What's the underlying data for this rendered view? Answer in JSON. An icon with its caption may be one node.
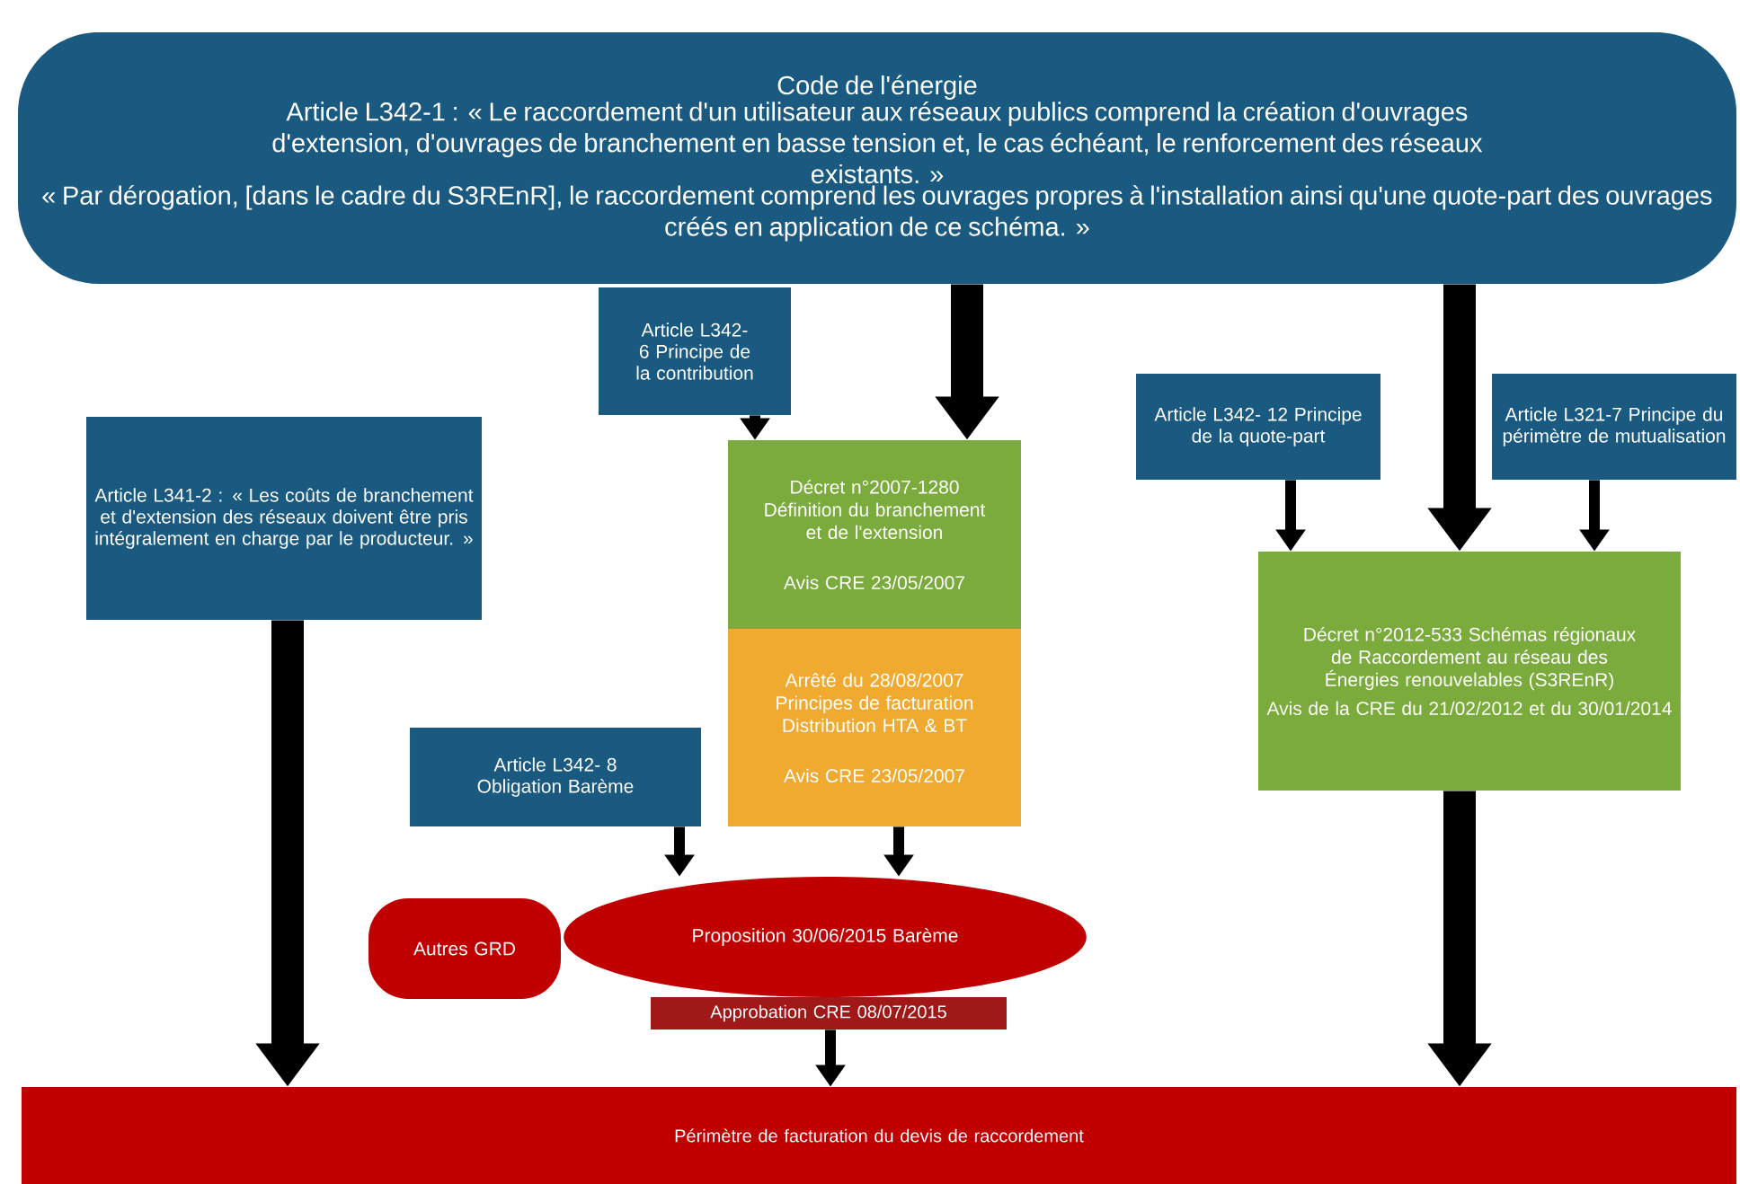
{
  "diagram": {
    "nodes": [
      {
        "text": [
          "Code de l'énergie",
          "Article L342-1 : « Le raccordement d'un utilisateur aux réseaux publics comprend la création d'ouvrages d'extension, d'ouvrages de branchement en basse tension et, le cas échéant, le renforcement des réseaux existants. »",
          "« Par dérogation, [dans le cadre du S3REnR], le raccordement comprend les ouvrages propres à l'installation ainsi qu'une quote-part des ouvrages créés en application de ce schéma. »"
        ]
      },
      {
        "text": [
          "Article L342- 6 Principe de la contribution"
        ]
      },
      {
        "text": [
          "Article L341-2 : « Les coûts de branchement et d'extension des réseaux doivent être pris intégralement en charge par le producteur. »"
        ]
      },
      {
        "text": [
          "Décret n°2007-1280 Définition du branchement et de l'extension",
          "Avis CRE 23/05/2007"
        ]
      },
      {
        "text": [
          "Arrêté du 28/08/2007 Principes de facturation Distribution HTA & BT",
          "Avis CRE 23/05/2007"
        ]
      },
      {
        "text": [
          "Article L342- 12 Principe de la quote-part"
        ]
      },
      {
        "text": [
          "Article L321-7 Principe du périmètre de mutualisation"
        ]
      },
      {
        "text": [
          "Décret n°2012-533 Schémas régionaux de Raccordement au réseau des Énergies renouvelables (S3REnR)",
          "Avis de la CRE du 21/02/2012 et du 30/01/2014"
        ]
      },
      {
        "text": [
          "Article L342- 8 Obligation Barème"
        ]
      },
      {
        "text": [
          "Autres GRD"
        ]
      },
      {
        "text": [
          "Proposition 30/06/2015 Barème"
        ]
      },
      {
        "text": [
          "Approbation CRE 08/07/2015"
        ]
      },
      {
        "text": [
          "Périmètre de facturation du devis de raccordement"
        ]
      }
    ],
    "edges": [
      {
        "from": 0,
        "to": 3,
        "arrow": "to",
        "style": "thick"
      },
      {
        "from": 1,
        "to": 3,
        "arrow": "to"
      },
      {
        "from": 0,
        "to": 7,
        "arrow": "to",
        "style": "thick"
      },
      {
        "from": 5,
        "to": 7,
        "arrow": "to"
      },
      {
        "from": 6,
        "to": 7,
        "arrow": "to"
      },
      {
        "from": 2,
        "to": 12,
        "arrow": "to",
        "style": "thick"
      },
      {
        "from": 8,
        "to": 10,
        "arrow": "to"
      },
      {
        "from": 4,
        "to": 10,
        "arrow": "to"
      },
      {
        "from": 11,
        "to": 12,
        "arrow": "to"
      },
      {
        "from": 7,
        "to": 12,
        "arrow": "to",
        "style": "thick"
      }
    ]
  }
}
